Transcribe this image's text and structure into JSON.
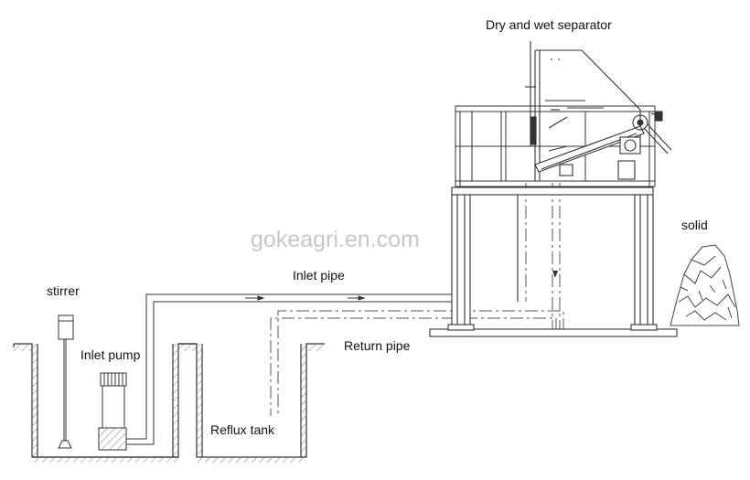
{
  "diagram": {
    "labels": {
      "separator": "Dry and wet separator",
      "solid": "solid",
      "watermark": "gokeagri.en.com",
      "inlet_pipe": "Inlet pipe",
      "stirrer": "stirrer",
      "return_pipe": "Return pipe",
      "inlet_pump": "Inlet pump",
      "reflux_tank": "Reflux tank"
    },
    "colors": {
      "line": "#333333",
      "dash": "#555555",
      "hatch": "#777777"
    }
  }
}
